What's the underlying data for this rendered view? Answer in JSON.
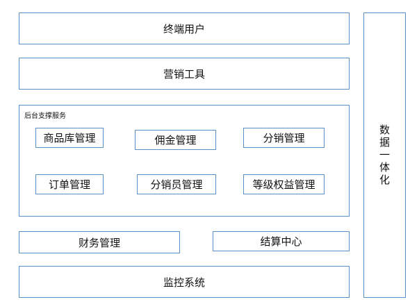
{
  "layers": {
    "end_users": "终端用户",
    "marketing_tools": "营销工具",
    "backend": {
      "label": "后台支撑服务",
      "modules": [
        "商品库管理",
        "佣金管理",
        "分销管理",
        "订单管理",
        "分销员管理",
        "等级权益管理"
      ]
    },
    "finance": "财务管理",
    "settlement": "结算中心",
    "monitoring": "监控系统"
  },
  "side_panel": "数据一体化",
  "colors": {
    "border": "#5b8fc7",
    "text": "#111111",
    "background": "#ffffff"
  }
}
